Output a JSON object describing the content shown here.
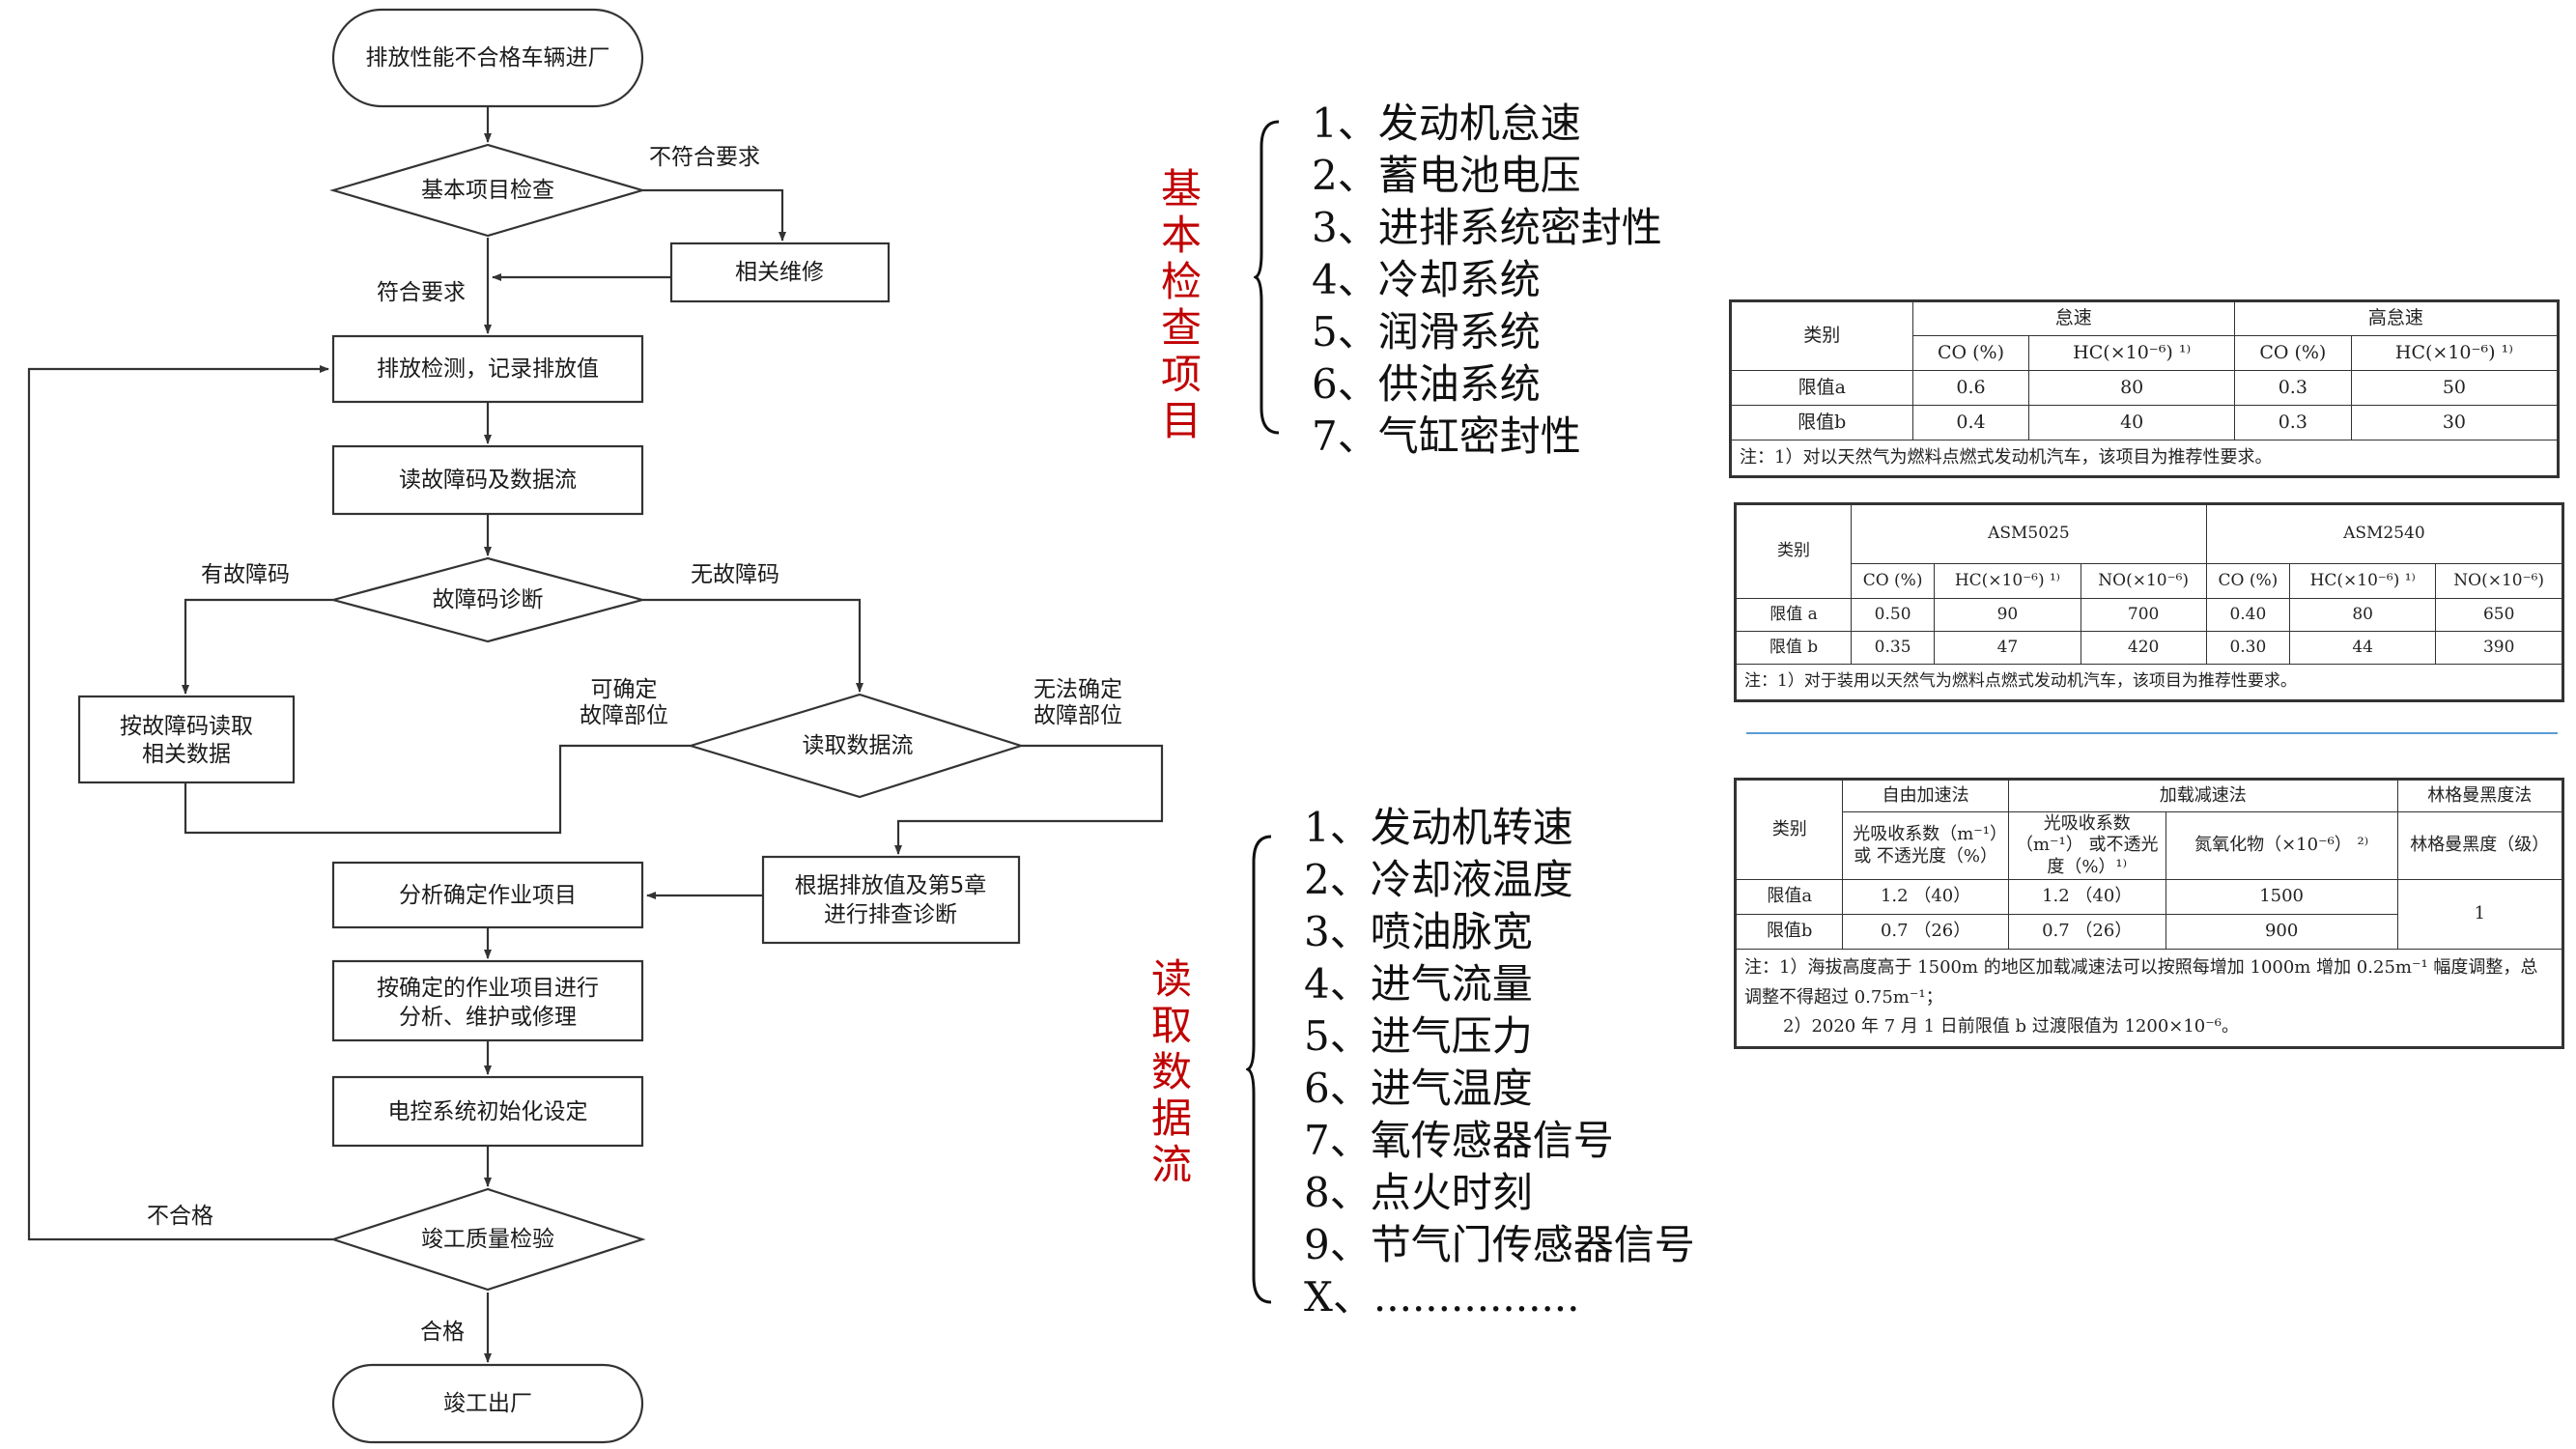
{
  "flowchart": {
    "start": "排放性能不合格车辆进厂",
    "basic_check": "基本项目检查",
    "label_not_ok": "不符合要求",
    "repair": "相关维修",
    "label_ok": "符合要求",
    "emission_test": "排放检测，记录排放值",
    "read_codes": "读故障码及数据流",
    "label_has_code": "有故障码",
    "code_diag": "故障码诊断",
    "label_no_code": "无故障码",
    "by_code_line1": "按故障码读取",
    "by_code_line2": "相关数据",
    "label_can_locate_1": "可确定",
    "label_can_locate_2": "故障部位",
    "read_stream": "读取数据流",
    "label_cannot_locate_1": "无法确定",
    "label_cannot_locate_2": "故障部位",
    "analyze": "分析确定作业项目",
    "ch5_line1": "根据排放值及第5章",
    "ch5_line2": "进行排查诊断",
    "maintain_line1": "按确定的作业项目进行",
    "maintain_line2": "分析、维护或修理",
    "init": "电控系统初始化设定",
    "final_check": "竣工质量检验",
    "label_fail": "不合格",
    "label_pass": "合格",
    "exit": "竣工出厂"
  },
  "basic_items": {
    "title": "基本检查项目",
    "items": [
      "1、发动机怠速",
      "2、蓄电池电压",
      "3、进排系统密封性",
      "4、冷却系统",
      "5、润滑系统",
      "6、供油系统",
      "7、气缸密封性"
    ]
  },
  "data_stream": {
    "title": "读取数据流",
    "items": [
      "1、发动机转速",
      "2、冷却液温度",
      "3、喷油脉宽",
      "4、进气流量",
      "5、进气压力",
      "6、进气温度",
      "7、氧传感器信号",
      "8、点火时刻",
      "9、节气门传感器信号",
      "X、................"
    ]
  },
  "table1": {
    "h_category": "类别",
    "h_idle": "怠速",
    "h_high_idle": "高怠速",
    "h_co": "CO (%)",
    "h_hc": "HC(×10⁻⁶) ¹⁾",
    "rows": [
      {
        "label": "限值a",
        "v1": "0.6",
        "v2": "80",
        "v3": "0.3",
        "v4": "50"
      },
      {
        "label": "限值b",
        "v1": "0.4",
        "v2": "40",
        "v3": "0.3",
        "v4": "30"
      }
    ],
    "note": "注：1）对以天然气为燃料点燃式发动机汽车，该项目为推荐性要求。"
  },
  "table2": {
    "h_category": "类别",
    "h_asm5025": "ASM5025",
    "h_asm2540": "ASM2540",
    "h_co": "CO (%)",
    "h_hc": "HC(×10⁻⁶) ¹⁾",
    "h_no": "NO(×10⁻⁶)",
    "rows": [
      {
        "label": "限值 a",
        "v1": "0.50",
        "v2": "90",
        "v3": "700",
        "v4": "0.40",
        "v5": "80",
        "v6": "650"
      },
      {
        "label": "限值 b",
        "v1": "0.35",
        "v2": "47",
        "v3": "420",
        "v4": "0.30",
        "v5": "44",
        "v6": "390"
      }
    ],
    "note": "注：1）对于装用以天然气为燃料点燃式发动机汽车，该项目为推荐性要求。"
  },
  "table3": {
    "h_category": "类别",
    "h_free_accel": "自由加速法",
    "h_lug_down": "加载减速法",
    "h_ringelmann": "林格曼黑度法",
    "h_free_sub": "光吸收系数（m⁻¹）或 不透光度（%）",
    "h_lug_sub": "光吸收系数（m⁻¹） 或不透光度（%）¹⁾",
    "h_nox": "氮氧化物（×10⁻⁶） ²⁾",
    "h_ring_sub": "林格曼黑度（级）",
    "rows": [
      {
        "label": "限值a",
        "v1": "1.2 （40）",
        "v2": "1.2 （40）",
        "v3": "1500"
      },
      {
        "label": "限值b",
        "v1": "0.7 （26）",
        "v2": "0.7 （26）",
        "v3": "900"
      }
    ],
    "ringelmann_value": "1",
    "note1": "注：1）海拔高度高于 1500m 的地区加载减速法可以按照每增加 1000m 增加 0.25m⁻¹ 幅度调整，总调整不得超过 0.75m⁻¹；",
    "note2": "2）2020 年 7 月 1 日前限值 b 过渡限值为 1200×10⁻⁶。"
  }
}
